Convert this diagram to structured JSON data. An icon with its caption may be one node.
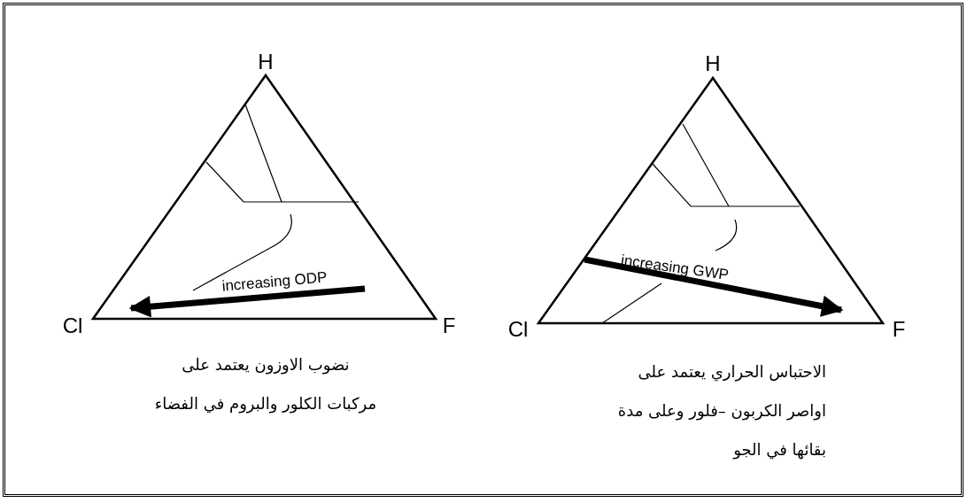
{
  "diagram": {
    "labels": [
      "H",
      "Cl",
      "F",
      "increasing ODP",
      "نضوب الاوزون يعتمد على",
      "مركبات الكلور والبروم في الفضاء",
      "H",
      "Cl",
      "F",
      "increasing GWP",
      "الاحتباس الحراري يعتمد على",
      "اواصر الكربون –فلور وعلى مدة",
      "بقائها في الجو"
    ]
  }
}
